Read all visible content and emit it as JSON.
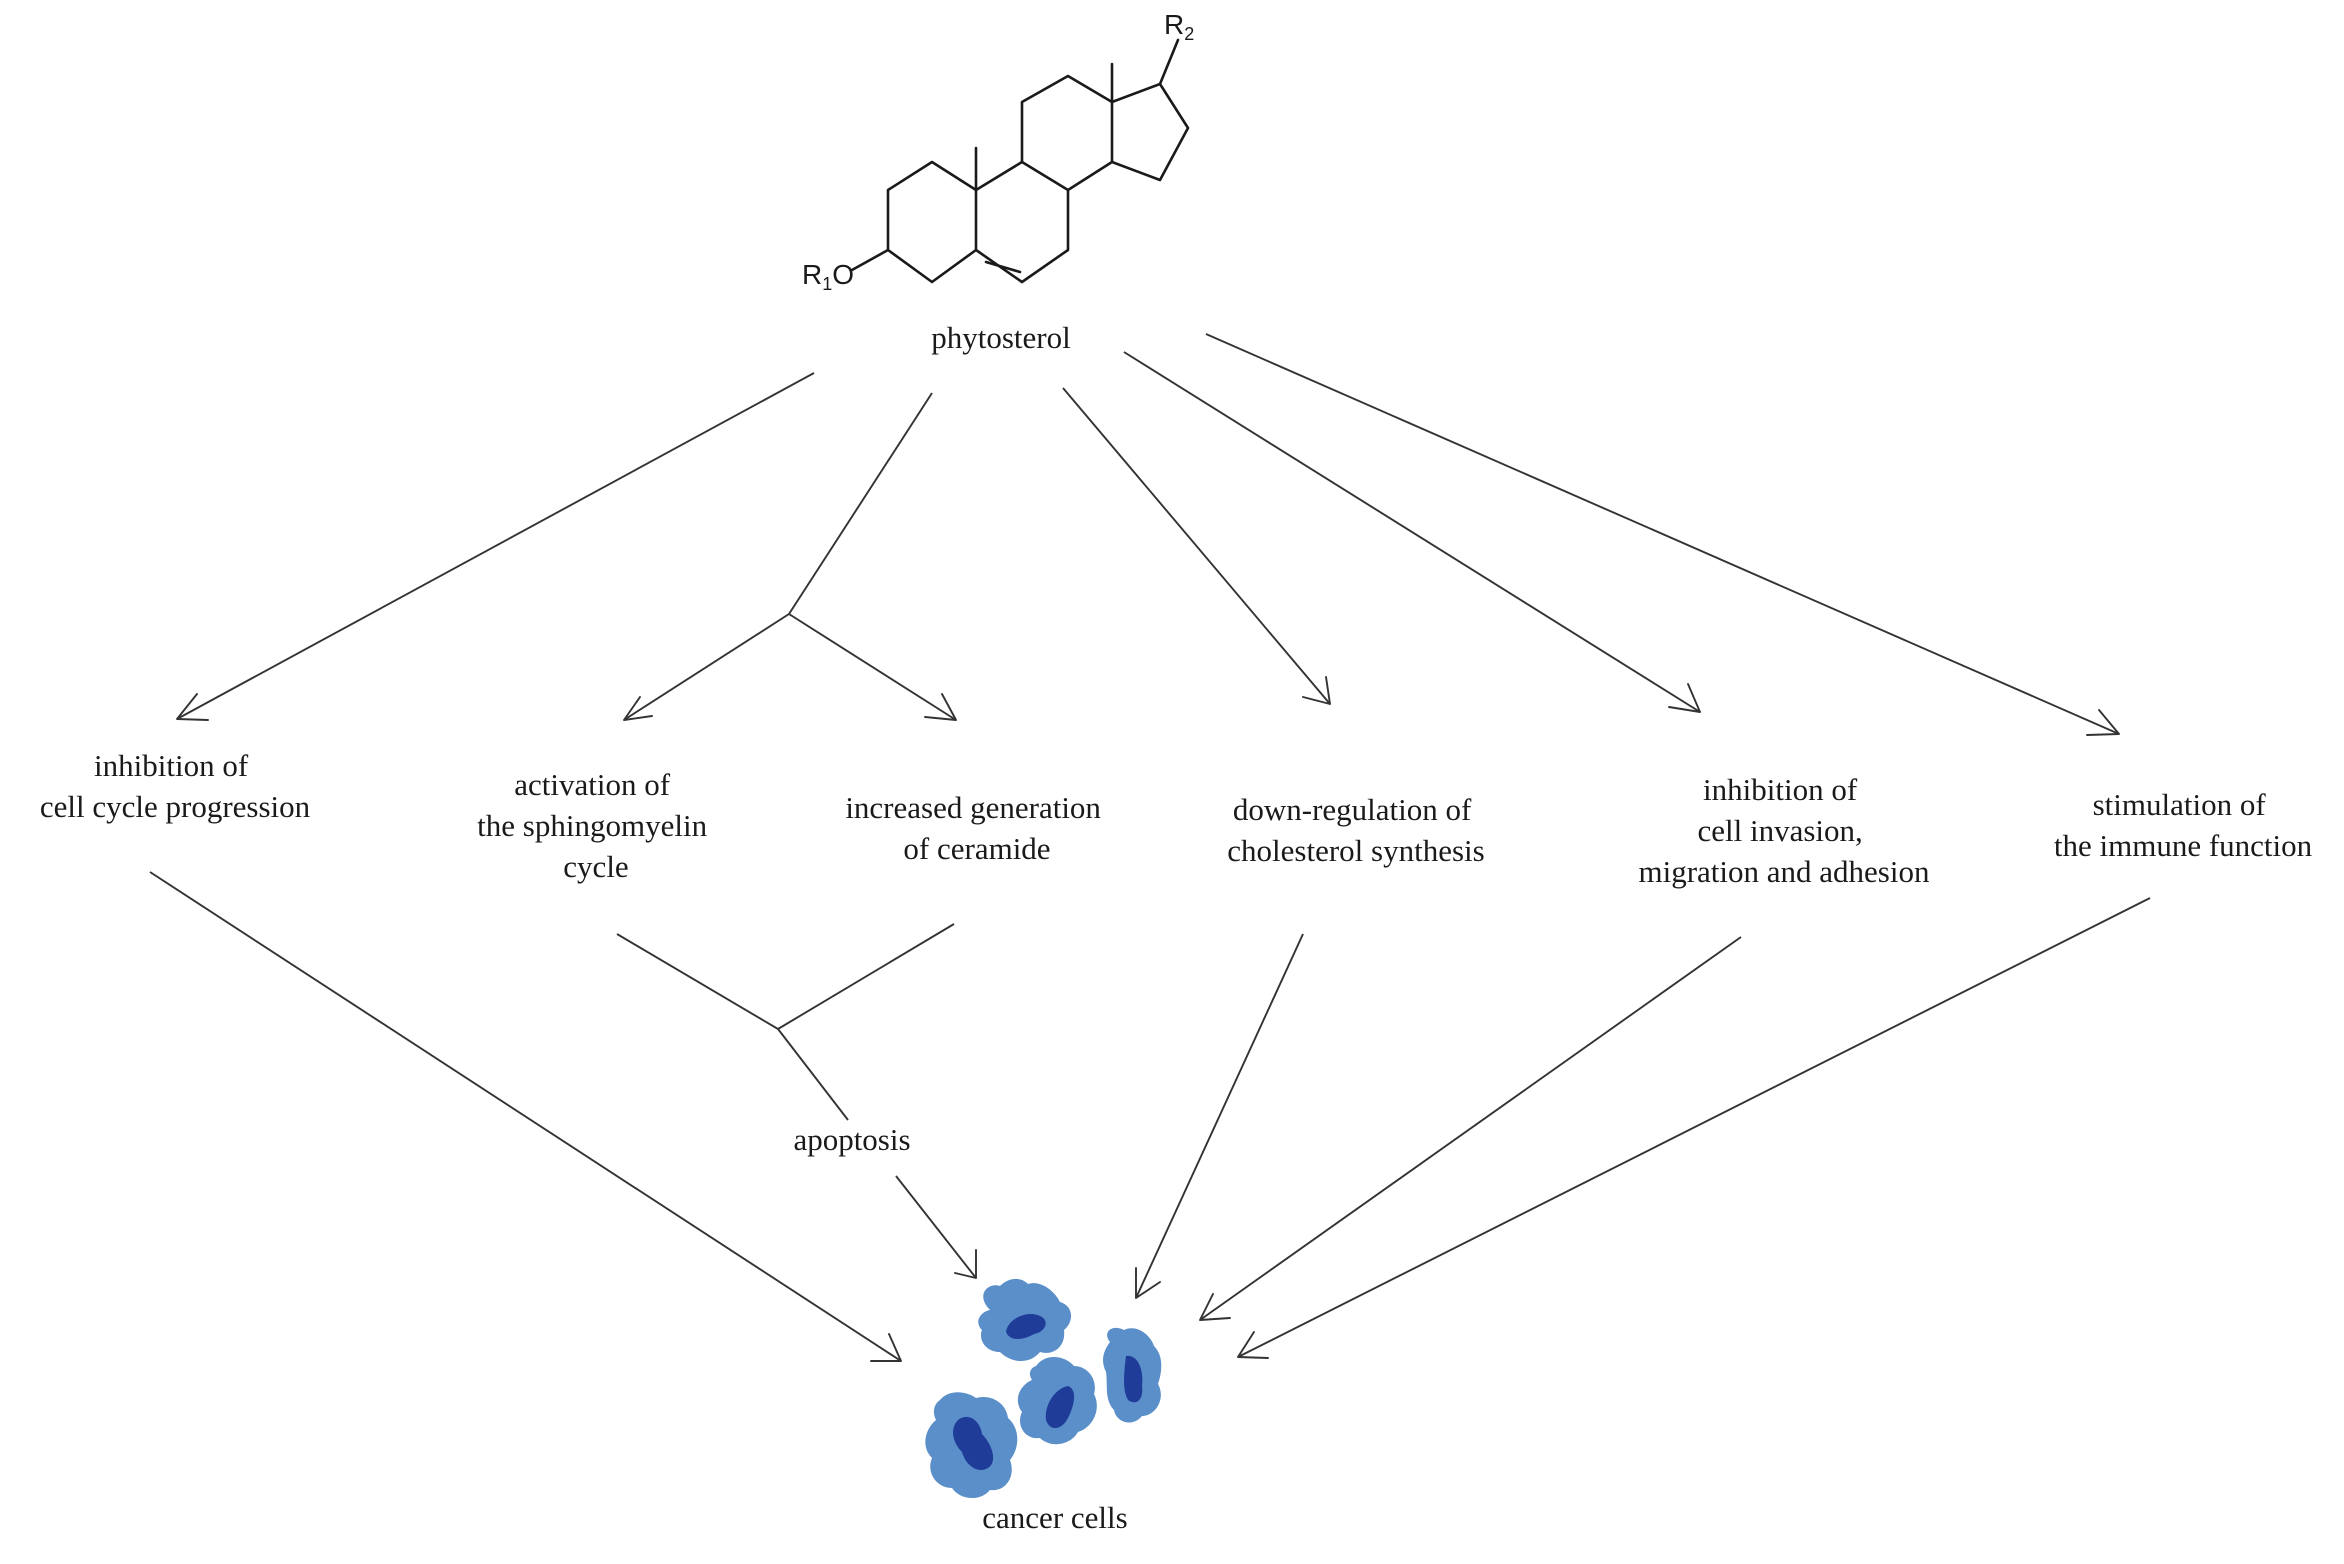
{
  "molecule": {
    "name": "phytosterol",
    "substituent_r1": "R",
    "substituent_r1_sub": "1",
    "substituent_r1_suffix": "O",
    "substituent_r2": "R",
    "substituent_r2_sub": "2"
  },
  "effects": {
    "cell_cycle": [
      "inhibition of",
      "cell cycle progression"
    ],
    "sphingomyelin": [
      "activation of",
      "the sphingomyelin",
      "cycle"
    ],
    "ceramide": [
      "increased generation",
      "of ceramide"
    ],
    "cholesterol": [
      "down-regulation of",
      "cholesterol synthesis"
    ],
    "invasion": [
      "inhibition of",
      "cell invasion,",
      "migration and adhesion"
    ],
    "immune": [
      "stimulation of",
      "the immune function"
    ]
  },
  "apoptosis": "apoptosis",
  "target": "cancer cells",
  "colors": {
    "cell_outer": "#5b8fc9",
    "cell_nucleus": "#1f3c99",
    "lines": "#333333"
  }
}
